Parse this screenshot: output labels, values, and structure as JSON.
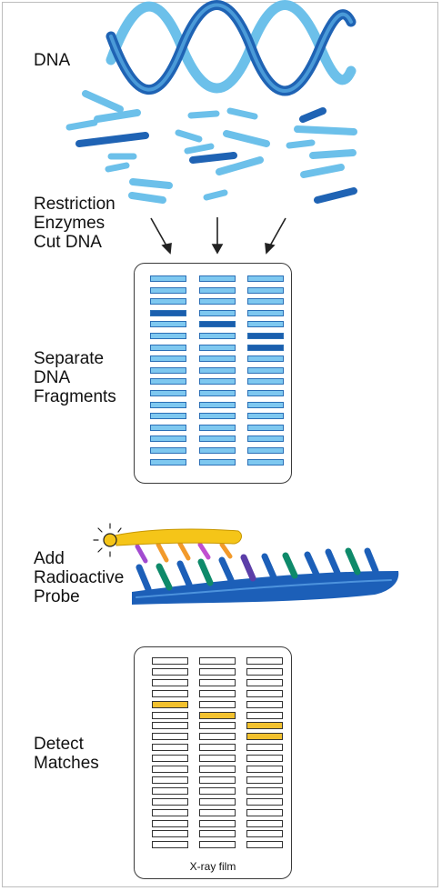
{
  "labels": {
    "dna": "DNA",
    "restriction": "Restriction\nEnzymes\nCut DNA",
    "separate": "Separate\nDNA\nFragments",
    "probe": "Add\nRadioactive\nProbe",
    "detect": "Detect\nMatches"
  },
  "film_label": "X-ray film",
  "colors": {
    "dna_dark": "#1f63b4",
    "dna_light": "#6cc0ea",
    "band_light": "#7ec8f0",
    "band_dark": "#1a5fae",
    "probe_yellow": "#f5c518",
    "backbone_blue": "#1c5fb8",
    "match_yellow": "#f2c12e"
  },
  "gel": {
    "lanes": 3,
    "rows": 17,
    "dark_bands": [
      [
        3,
        0
      ],
      [
        4,
        1
      ],
      [
        5,
        2
      ],
      [
        6,
        2
      ]
    ]
  },
  "film": {
    "lanes": 3,
    "rows": 18,
    "match_bands": [
      [
        4,
        0
      ],
      [
        5,
        1
      ],
      [
        6,
        2
      ],
      [
        7,
        2
      ]
    ]
  }
}
